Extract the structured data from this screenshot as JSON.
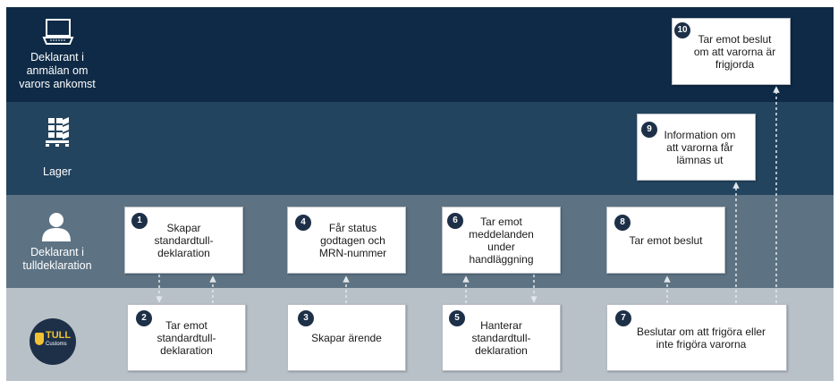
{
  "colors": {
    "lane1": "#0e2a46",
    "lane2": "#23445f",
    "lane3": "#5d7384",
    "lane4": "#b9c1c8",
    "badge": "#1d3048",
    "arrow": "#e3e7ea"
  },
  "lanes": [
    {
      "label": "Deklarant i\nanmälan om\nvarors ankomst",
      "icon": "laptop-icon"
    },
    {
      "label": "Lager",
      "icon": "warehouse-boxes-icon"
    },
    {
      "label": "Deklarant i\ntulldeklaration",
      "icon": "person-icon"
    },
    {
      "label": "",
      "icon": "tull-customs-logo"
    }
  ],
  "logo": {
    "line1": "TULL",
    "line2": "Customs"
  },
  "steps": [
    {
      "num": "1",
      "text": "Skapar\nstandardtull-\ndeklaration"
    },
    {
      "num": "2",
      "text": "Tar emot\nstandardtull-\ndeklaration"
    },
    {
      "num": "3",
      "text": "Skapar ärende"
    },
    {
      "num": "4",
      "text": "Får status\ngodtagen och\nMRN-nummer"
    },
    {
      "num": "5",
      "text": "Hanterar\nstandardtull-\ndeklaration"
    },
    {
      "num": "6",
      "text": "Tar emot\nmeddelanden\nunder\nhandläggning"
    },
    {
      "num": "7",
      "text": "Beslutar om att frigöra eller\ninte frigöra varorna"
    },
    {
      "num": "8",
      "text": "Tar emot beslut"
    },
    {
      "num": "9",
      "text": "Information om\natt varorna får\nlämnas ut"
    },
    {
      "num": "10",
      "text": "Tar emot beslut\nom att varorna är\nfrigjorda"
    }
  ]
}
